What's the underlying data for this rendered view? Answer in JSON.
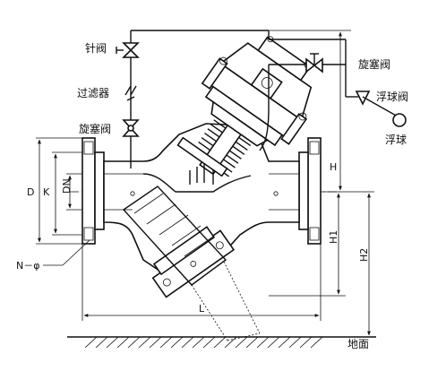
{
  "labels": {
    "needle_valve": "针阀",
    "filter": "过滤器",
    "cock_valve_left": "旋塞阀",
    "cock_valve_right": "旋塞阀",
    "float_valve": "浮球阀",
    "float_ball": "浮球",
    "ground": "地面"
  },
  "dimensions": {
    "d": "D",
    "k": "K",
    "dn": "DN",
    "n_phi": "N－φ",
    "l": "L",
    "h": "H",
    "h1": "H1",
    "h2": "H2"
  }
}
